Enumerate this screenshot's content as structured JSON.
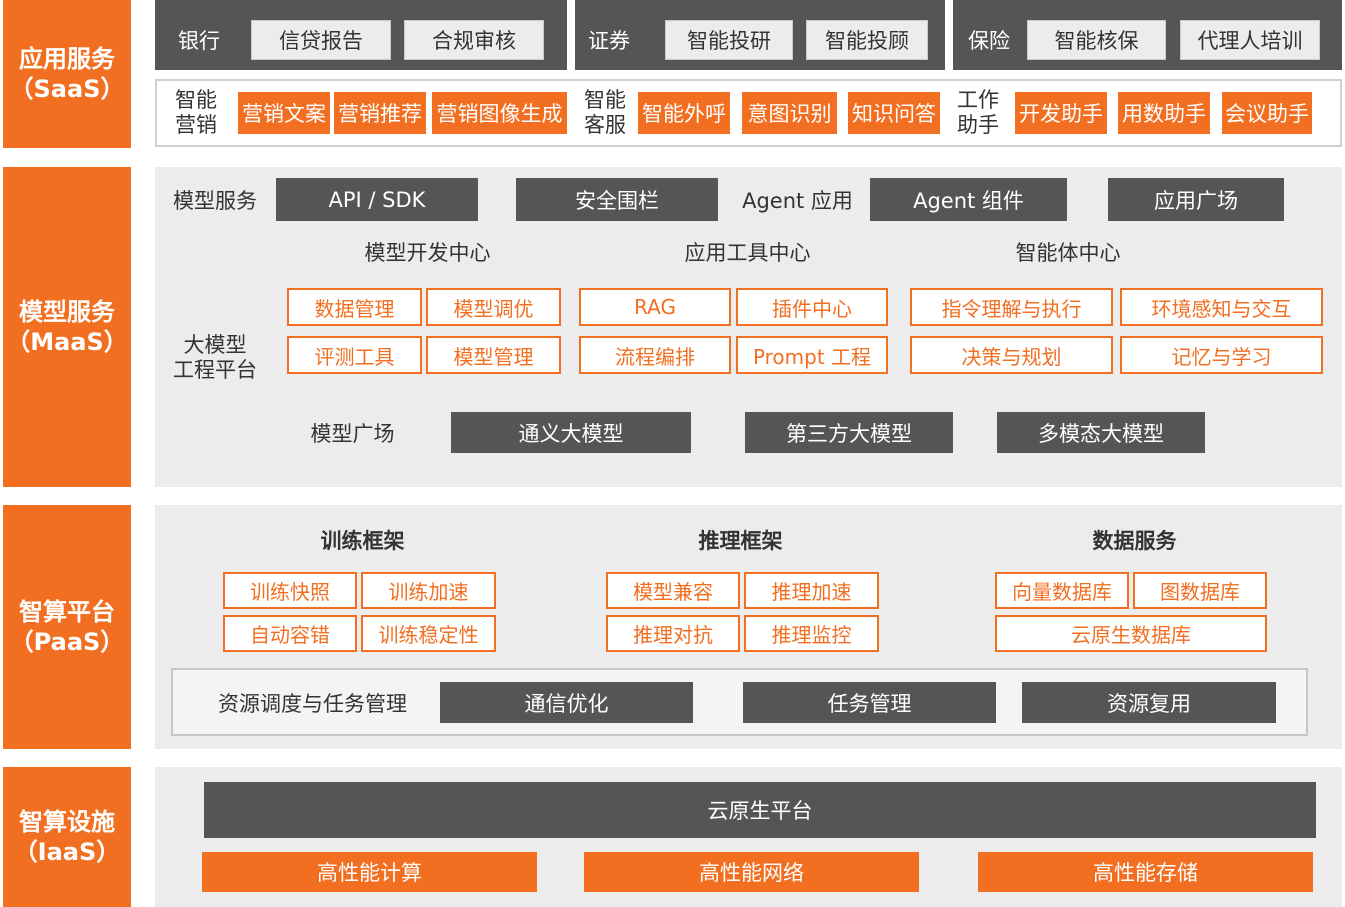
{
  "layers": {
    "saas": {
      "line1": "应用服务",
      "line2": "（SaaS）"
    },
    "maas": {
      "line1": "模型服务",
      "line2": "（MaaS）"
    },
    "paas": {
      "line1": "智算平台",
      "line2": "（PaaS）"
    },
    "iaas": {
      "line1": "智算设施",
      "line2": "（IaaS）"
    }
  },
  "saas": {
    "bank": {
      "label": "银行",
      "items": [
        "信贷报告",
        "合规审核"
      ]
    },
    "securities": {
      "label": "证券",
      "items": [
        "智能投研",
        "智能投顾"
      ]
    },
    "insurance": {
      "label": "保险",
      "items": [
        "智能核保",
        "代理人培训"
      ]
    },
    "marketing": {
      "label1": "智能",
      "label2": "营销",
      "items": [
        "营销文案",
        "营销推荐",
        "营销图像生成"
      ]
    },
    "service": {
      "label1": "智能",
      "label2": "客服",
      "items": [
        "智能外呼",
        "意图识别",
        "知识问答"
      ]
    },
    "assistant": {
      "label1": "工作",
      "label2": "助手",
      "items": [
        "开发助手",
        "用数助手",
        "会议助手"
      ]
    }
  },
  "maas": {
    "model_service_label": "模型服务",
    "top_row": [
      "API / SDK",
      "安全围栏"
    ],
    "agent_app_label": "Agent 应用",
    "agent_row": [
      "Agent 组件",
      "应用广场"
    ],
    "centers": [
      "模型开发中心",
      "应用工具中心",
      "智能体中心"
    ],
    "platform_label1": "大模型",
    "platform_label2": "工程平台",
    "dev_center": [
      "数据管理",
      "模型调优",
      "评测工具",
      "模型管理"
    ],
    "tool_center": [
      "RAG",
      "插件中心",
      "流程编排",
      "Prompt 工程"
    ],
    "agent_center": [
      "指令理解与执行",
      "环境感知与交互",
      "决策与规划",
      "记忆与学习"
    ],
    "plaza_label": "模型广场",
    "plaza_items": [
      "通义大模型",
      "第三方大模型",
      "多模态大模型"
    ]
  },
  "paas": {
    "frameworks": [
      "训练框架",
      "推理框架",
      "数据服务"
    ],
    "training": [
      "训练快照",
      "训练加速",
      "自动容错",
      "训练稳定性"
    ],
    "inference": [
      "模型兼容",
      "推理加速",
      "推理对抗",
      "推理监控"
    ],
    "data": [
      "向量数据库",
      "图数据库",
      "云原生数据库"
    ],
    "resource_label": "资源调度与任务管理",
    "resource_items": [
      "通信优化",
      "任务管理",
      "资源复用"
    ]
  },
  "iaas": {
    "cloud_native": "云原生平台",
    "hpc": [
      "高性能计算",
      "高性能网络",
      "高性能存储"
    ]
  }
}
